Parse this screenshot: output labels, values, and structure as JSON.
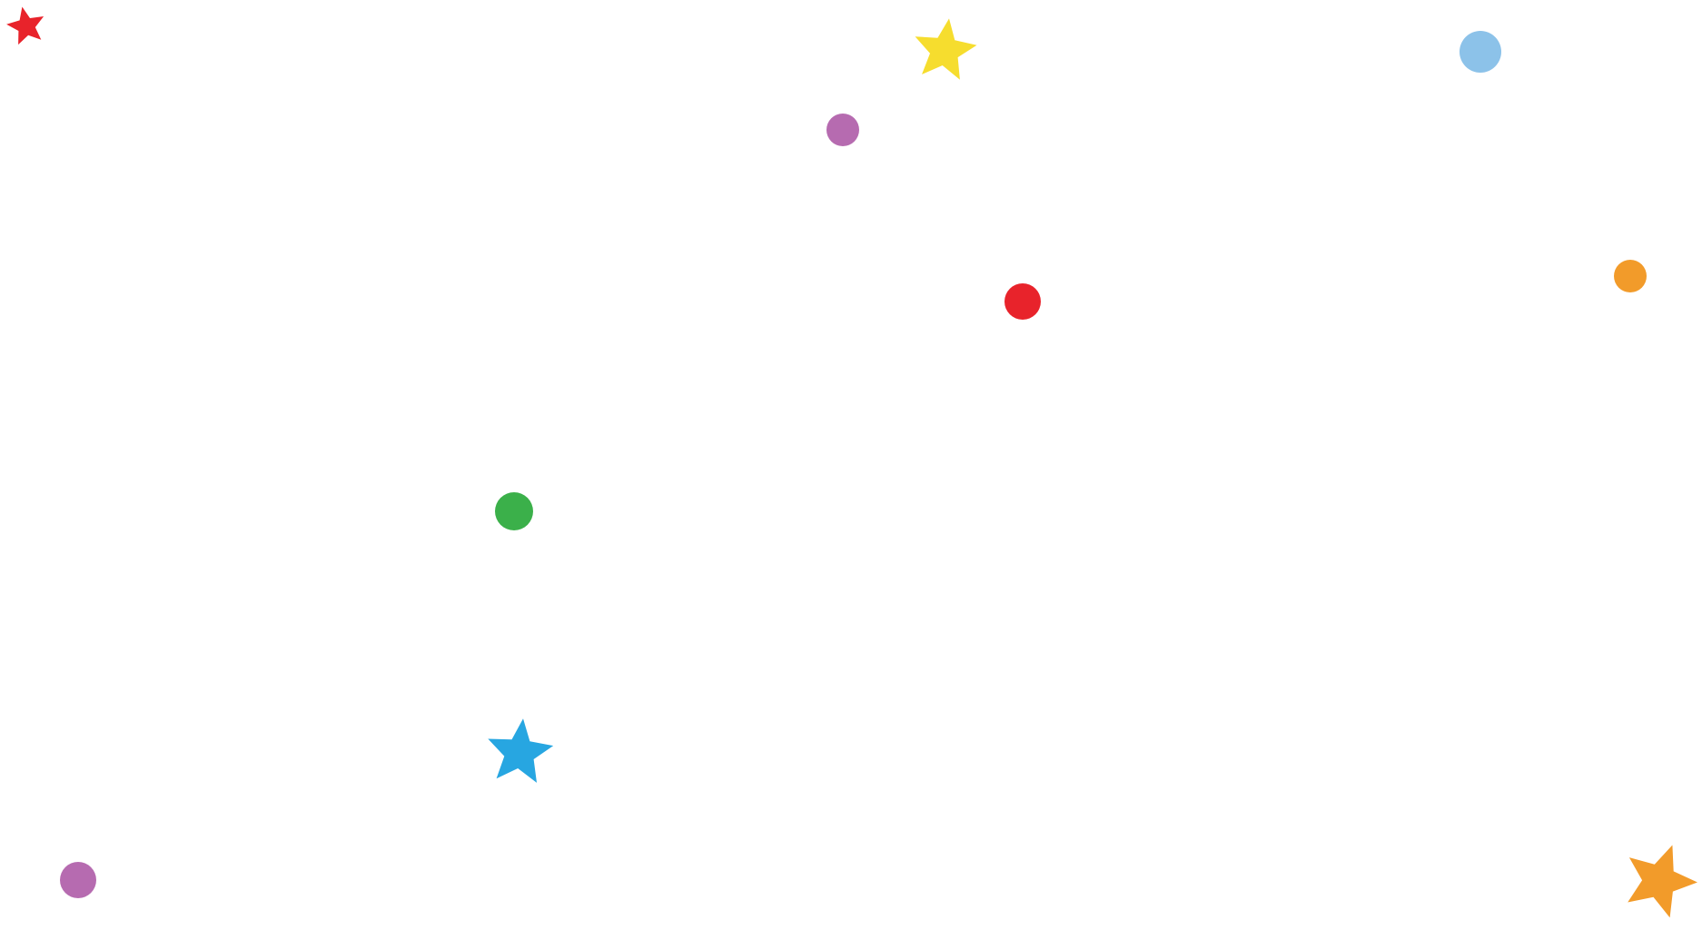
{
  "palette": {
    "red": "#e8232b",
    "yellow": "#f6dd2e",
    "blue": "#27a6e1",
    "light_blue": "#8cc2e9",
    "purple": "#b66bb0",
    "orange": "#f29b2a",
    "green": "#3bb04a",
    "background": "#ffffff"
  },
  "shapes": [
    {
      "kind": "star",
      "color": "red",
      "name": "red-star-icon"
    },
    {
      "kind": "star",
      "color": "yellow",
      "name": "yellow-star-icon"
    },
    {
      "kind": "dot",
      "color": "light_blue",
      "name": "light-blue-dot-icon"
    },
    {
      "kind": "dot",
      "color": "purple",
      "name": "purple-dot-icon"
    },
    {
      "kind": "dot",
      "color": "red",
      "name": "red-dot-icon"
    },
    {
      "kind": "dot",
      "color": "orange",
      "name": "orange-dot-icon"
    },
    {
      "kind": "dot",
      "color": "green",
      "name": "green-dot-icon"
    },
    {
      "kind": "star",
      "color": "blue",
      "name": "blue-star-icon"
    },
    {
      "kind": "dot",
      "color": "purple",
      "name": "purple-dot-icon"
    },
    {
      "kind": "star",
      "color": "orange",
      "name": "orange-star-icon"
    }
  ]
}
